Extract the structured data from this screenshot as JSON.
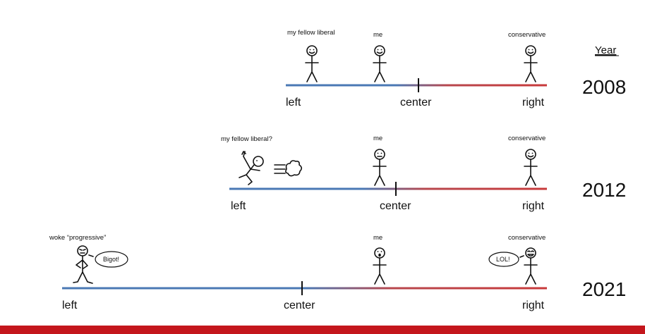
{
  "header": {
    "year_label": "Year"
  },
  "panels": [
    {
      "year": "2008",
      "axis": {
        "left": "left",
        "center": "center",
        "right": "right"
      },
      "figures": [
        {
          "caption": "my fellow liberal",
          "face": "smile"
        },
        {
          "caption": "me",
          "face": "smile"
        },
        {
          "caption": "conservative",
          "face": "smile"
        }
      ]
    },
    {
      "year": "2012",
      "axis": {
        "left": "left",
        "center": "center",
        "right": "right"
      },
      "figures": [
        {
          "caption": "my fellow liberal?",
          "face": "running"
        },
        {
          "caption": "me",
          "face": "neutral"
        },
        {
          "caption": "conservative",
          "face": "smile"
        }
      ]
    },
    {
      "year": "2021",
      "axis": {
        "left": "left",
        "center": "center",
        "right": "right"
      },
      "figures": [
        {
          "caption": "woke “progressive”",
          "face": "angry",
          "speech": "Bigot!"
        },
        {
          "caption": "me",
          "face": "shocked"
        },
        {
          "caption": "conservative",
          "face": "smile",
          "speech": "LOL!"
        }
      ]
    }
  ],
  "colors": {
    "left": "#4a78b4",
    "right": "#c8393a",
    "footer_bar": "#c4161c"
  }
}
